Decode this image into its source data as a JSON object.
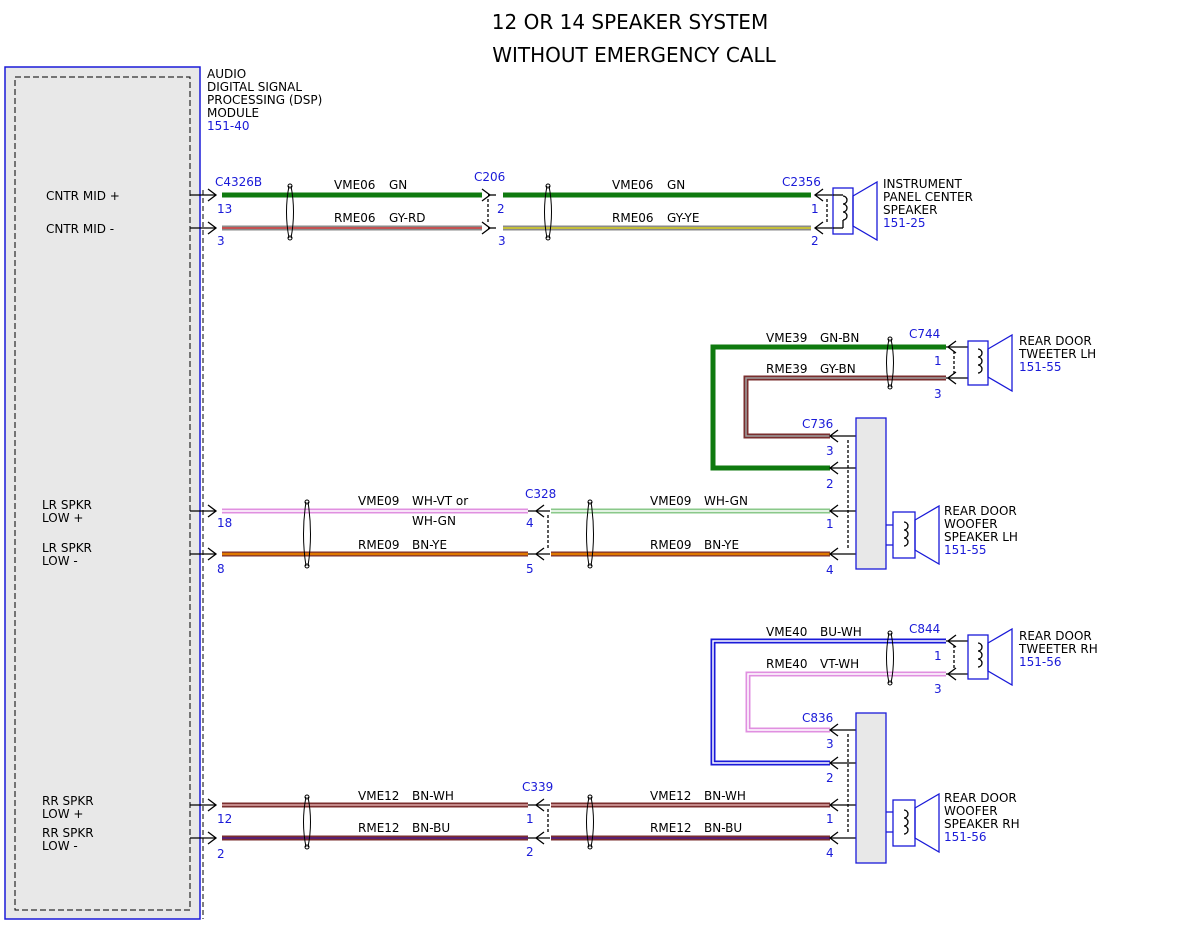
{
  "title": {
    "line1": "12 OR 14 SPEAKER SYSTEM",
    "line2": "WITHOUT EMERGENCY CALL"
  },
  "module": {
    "name_lines": [
      "AUDIO",
      "DIGITAL SIGNAL",
      "PROCESSING (DSP)",
      "MODULE"
    ],
    "ref": "151-40",
    "pins": {
      "cntr_mid_plus": "CNTR MID +",
      "cntr_mid_minus": "CNTR MID -",
      "lr_spkr_low_plus": [
        "LR SPKR",
        "LOW +"
      ],
      "lr_spkr_low_minus": [
        "LR SPKR",
        "LOW -"
      ],
      "rr_spkr_low_plus": [
        "RR SPKR",
        "LOW +"
      ],
      "rr_spkr_low_minus": [
        "RR SPKR",
        "LOW -"
      ]
    }
  },
  "connectors": {
    "c4326b": {
      "name": "C4326B",
      "pins": [
        "13",
        "3",
        "18",
        "8",
        "12",
        "2"
      ]
    },
    "c206": {
      "name": "C206",
      "pins": [
        "2",
        "3"
      ]
    },
    "c2356": {
      "name": "C2356",
      "pins": [
        "1",
        "2"
      ]
    },
    "c328": {
      "name": "C328",
      "pins": [
        "4",
        "5"
      ]
    },
    "c339": {
      "name": "C339",
      "pins": [
        "1",
        "2"
      ]
    },
    "c744": {
      "name": "C744",
      "pins": [
        "1",
        "3"
      ]
    },
    "c736": {
      "name": "C736",
      "pins": [
        "3",
        "2",
        "1",
        "4"
      ]
    },
    "c844": {
      "name": "C844",
      "pins": [
        "1",
        "3"
      ]
    },
    "c836": {
      "name": "C836",
      "pins": [
        "3",
        "2",
        "1",
        "4"
      ]
    }
  },
  "wires": {
    "vme06_a": {
      "circuit": "VME06",
      "color": "GN"
    },
    "rme06_a": {
      "circuit": "RME06",
      "color": "GY-RD"
    },
    "vme06_b": {
      "circuit": "VME06",
      "color": "GN"
    },
    "rme06_b": {
      "circuit": "RME06",
      "color": "GY-YE"
    },
    "vme39": {
      "circuit": "VME39",
      "color": "GN-BN"
    },
    "rme39": {
      "circuit": "RME39",
      "color": "GY-BN"
    },
    "vme09_a": {
      "circuit": "VME09",
      "color": "WH-VT  or",
      "color_alt": "WH-GN"
    },
    "rme09_a": {
      "circuit": "RME09",
      "color": "BN-YE"
    },
    "vme09_b": {
      "circuit": "VME09",
      "color": "WH-GN"
    },
    "rme09_b": {
      "circuit": "RME09",
      "color": "BN-YE"
    },
    "vme40": {
      "circuit": "VME40",
      "color": "BU-WH"
    },
    "rme40": {
      "circuit": "RME40",
      "color": "VT-WH"
    },
    "vme12_a": {
      "circuit": "VME12",
      "color": "BN-WH"
    },
    "rme12_a": {
      "circuit": "RME12",
      "color": "BN-BU"
    },
    "vme12_b": {
      "circuit": "VME12",
      "color": "BN-WH"
    },
    "rme12_b": {
      "circuit": "RME12",
      "color": "BN-BU"
    }
  },
  "speakers": {
    "center": {
      "name_lines": [
        "INSTRUMENT",
        "PANEL CENTER",
        "SPEAKER"
      ],
      "ref": "151-25"
    },
    "tweeter_lh": {
      "name_lines": [
        "REAR DOOR",
        "TWEETER LH"
      ],
      "ref": "151-55"
    },
    "woofer_lh": {
      "name_lines": [
        "REAR DOOR",
        "WOOFER",
        "SPEAKER LH"
      ],
      "ref": "151-55"
    },
    "tweeter_rh": {
      "name_lines": [
        "REAR DOOR",
        "TWEETER RH"
      ],
      "ref": "151-56"
    },
    "woofer_rh": {
      "name_lines": [
        "REAR DOOR",
        "WOOFER",
        "SPEAKER RH"
      ],
      "ref": "151-56"
    }
  },
  "colors": {
    "green": "#0f7a0f",
    "blue": "#1a1ad8",
    "brown": "#7a2e2e",
    "orange": "#e07800",
    "gray": "#8a8a8a",
    "pink": "#e090e0",
    "yellow": "#d8d020",
    "red": "#d84040",
    "purple": "#5a2070",
    "module_fill": "#e8e8e8"
  }
}
